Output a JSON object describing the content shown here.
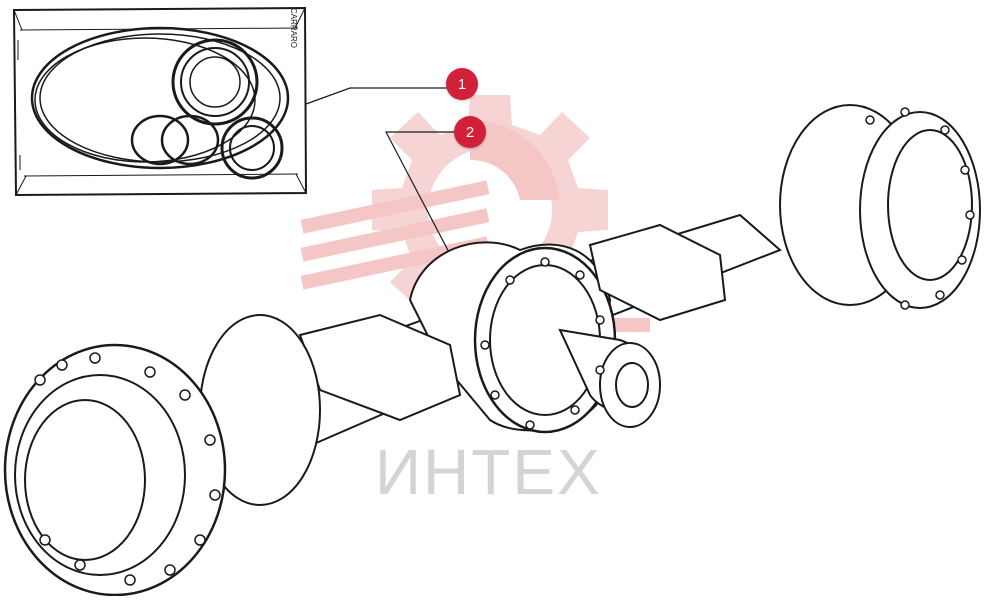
{
  "callouts": [
    {
      "number": "1"
    },
    {
      "number": "2"
    }
  ],
  "watermark": {
    "text": "ИНТЕХ",
    "logo": "gear-logo"
  },
  "kit_label": {
    "text": "CARRARO"
  },
  "colors": {
    "callout": "#d3203a",
    "watermark_logo": "#f4c6c6",
    "watermark_text": "#d4d4d4",
    "line_art": "#1a1a1a"
  }
}
